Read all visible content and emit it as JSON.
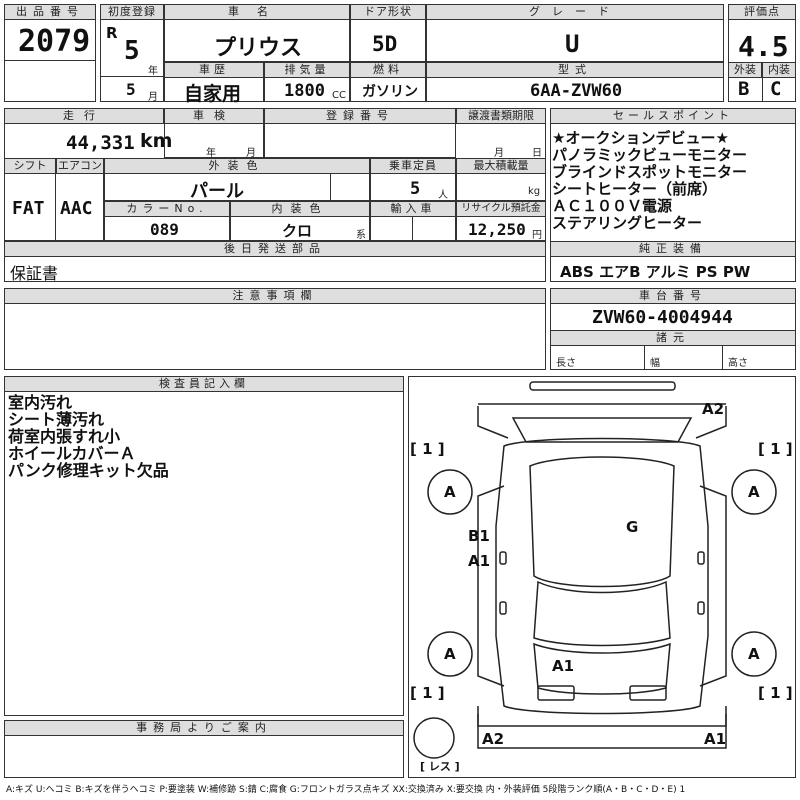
{
  "header": {
    "lot_no_label": "出品番号",
    "lot_no": "2079",
    "first_reg_label": "初度登録",
    "era": "R",
    "first_reg_year": "5",
    "year_unit": "年",
    "first_reg_month": "5",
    "month_unit": "月",
    "car_name_label": "車名",
    "car_name": "プリウス",
    "history_label": "車歴",
    "history": "自家用",
    "displacement_label": "排気量",
    "displacement": "1800",
    "cc_unit": "CC",
    "doors_label": "ドア形状",
    "doors": "5D",
    "fuel_label": "燃料",
    "fuel": "ガソリン",
    "grade_label": "グレード",
    "grade": "U",
    "model_label": "型式",
    "model": "6AA-ZVW60",
    "score_label": "評価点",
    "score": "4.5",
    "exterior_label": "外装",
    "exterior": "B",
    "interior_label": "内装",
    "interior": "C"
  },
  "row2": {
    "mileage_label": "走行",
    "mileage": "44,331",
    "km_unit": "km",
    "inspection_label": "車検",
    "year_unit": "年",
    "month_unit": "月",
    "reg_no_label": "登録番号",
    "transfer_label": "譲渡書類期限",
    "transfer_month": "月",
    "transfer_day": "日",
    "shift_label": "シフト",
    "shift": "FAT",
    "ac_label": "エアコン",
    "ac": "AAC",
    "ext_color_label": "外装色",
    "ext_color": "パール",
    "seats_label": "乗車定員",
    "seats": "5",
    "seats_unit": "人",
    "load_label": "最大積載量",
    "load_unit": "kg",
    "color_no_label": "カラーNo.",
    "color_no": "089",
    "int_color_label": "内装色",
    "int_color": "クロ",
    "int_color_unit": "系",
    "import_label": "輸入車",
    "recycle_label": "リサイクル預託金",
    "recycle": "12,250",
    "yen_unit": "円"
  },
  "later_parts": {
    "label": "後日発送部品",
    "value": "保証書"
  },
  "sales_points": {
    "label": "セールスポイント",
    "items": [
      "★オークションデビュー★",
      "パノラミックビューモニター",
      "ブラインドスポットモニター",
      "シートヒーター（前席）",
      "ＡＣ１００Ｖ電源",
      "ステアリングヒーター"
    ]
  },
  "equipment": {
    "label": "純正装備",
    "value": "ABS エアB アルミ PS PW"
  },
  "notes": {
    "label": "注意事項欄"
  },
  "chassis": {
    "label": "車台番号",
    "value": "ZVW60-4004944"
  },
  "dims": {
    "label": "諸元",
    "length": "長さ",
    "width": "幅",
    "height": "高さ"
  },
  "inspector": {
    "label": "検査員記入欄",
    "lines": [
      "室内汚れ",
      "シート薄汚れ",
      "荷室内張すれ小",
      "ホイールカバーＡ",
      "パンク修理キット欠品"
    ]
  },
  "office": {
    "label": "事務局よりご案内"
  },
  "diagram": {
    "marks": {
      "rear_bumper_right": "A2",
      "wheel_fl": "A",
      "wheel_fr": "A",
      "wheel_rl": "A",
      "wheel_rr": "A",
      "door_left_1": "B1",
      "door_left_2": "A1",
      "roof": "G",
      "hood": "A1",
      "front_bumper_left": "A2",
      "front_bumper_right": "A1"
    },
    "brackets": {
      "left_top": "[ 1 ]",
      "right_top": "[ 1 ]",
      "left_bottom": "[ 1 ]",
      "right_bottom": "[ 1 ]"
    },
    "lens_label": "[ レス ]"
  },
  "legend": "A:キズ U:ヘコミ B:キズを伴うヘコミ P:要塗装 W:補修跡 S:錆 C:腐食 G:フロントガラス点キズ XX:交換済み X:要交換 内・外装評価 5段階ランク順(A・B・C・D・E) 1"
}
